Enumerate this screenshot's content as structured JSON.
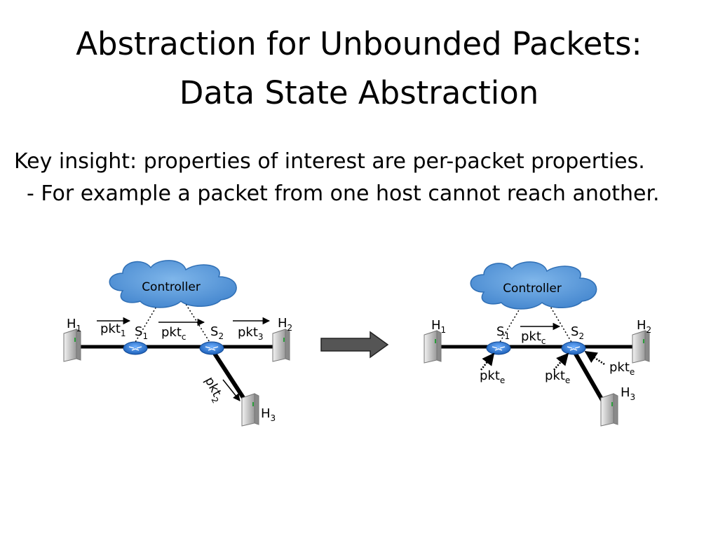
{
  "slide": {
    "title_line1": "Abstraction for Unbounded Packets:",
    "title_line2": "Data State Abstraction",
    "insight": "Key insight: properties of interest are per-packet properties.",
    "insight_example": "- For example a packet from one host cannot reach another."
  },
  "left_network": {
    "controller": "Controller",
    "hosts": [
      {
        "base": "H",
        "sub": "1"
      },
      {
        "base": "H",
        "sub": "2"
      },
      {
        "base": "H",
        "sub": "3"
      }
    ],
    "switches": [
      {
        "base": "S",
        "sub": "1"
      },
      {
        "base": "S",
        "sub": "2"
      }
    ],
    "packets": [
      {
        "base": "pkt",
        "sub": "1"
      },
      {
        "base": "pkt",
        "sub": "c"
      },
      {
        "base": "pkt",
        "sub": "3"
      },
      {
        "base": "pkt",
        "sub": "2"
      }
    ]
  },
  "right_network": {
    "controller": "Controller",
    "hosts": [
      {
        "base": "H",
        "sub": "1"
      },
      {
        "base": "H",
        "sub": "2"
      },
      {
        "base": "H",
        "sub": "3"
      }
    ],
    "switches": [
      {
        "base": "S",
        "sub": "1"
      },
      {
        "base": "S",
        "sub": "2"
      }
    ],
    "packets": [
      {
        "base": "pkt",
        "sub": "c"
      },
      {
        "base": "pkt",
        "sub": "e"
      },
      {
        "base": "pkt",
        "sub": "e"
      },
      {
        "base": "pkt",
        "sub": "e"
      }
    ]
  },
  "colors": {
    "cloud": "#4a8ed4",
    "cloud_edge": "#2f6fb5",
    "router": "#2b78d6",
    "server": "#c8c8c8",
    "arrow": "#555555"
  }
}
